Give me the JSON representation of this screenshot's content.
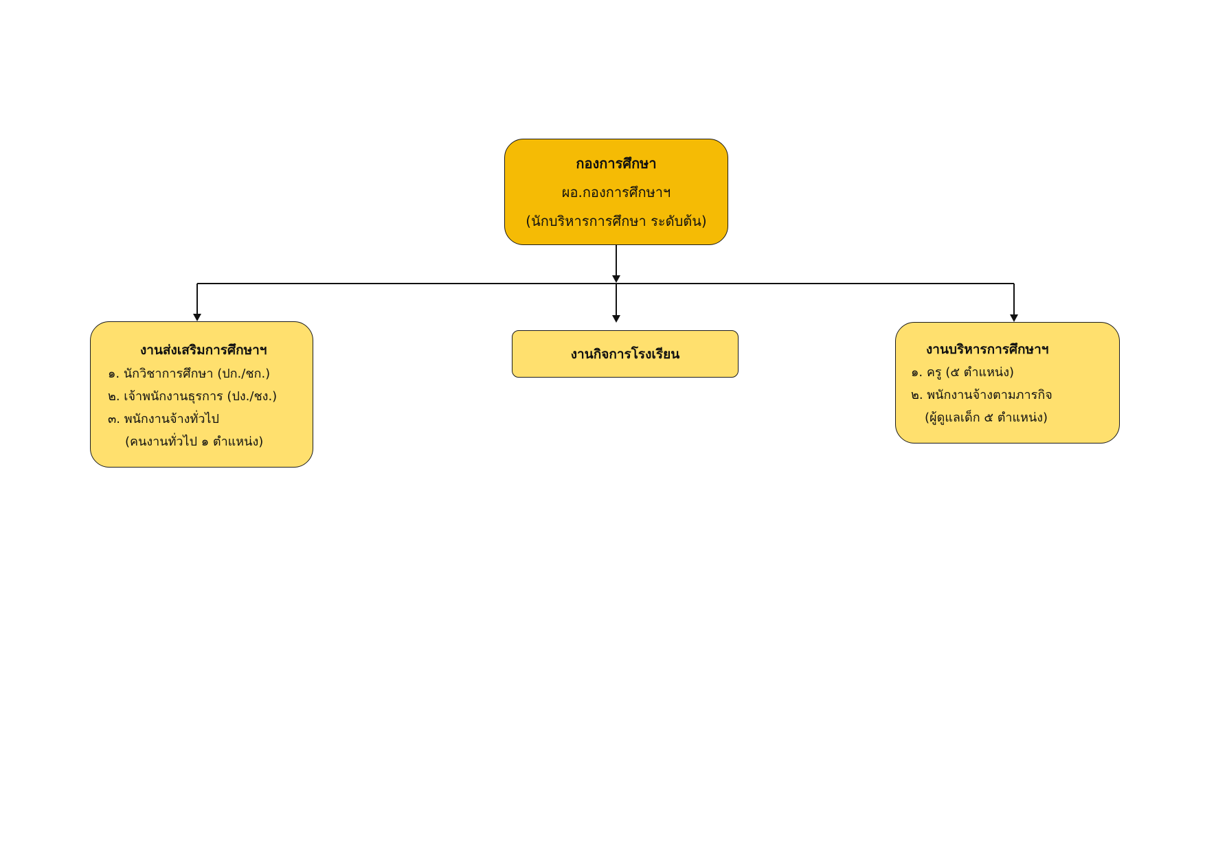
{
  "top": {
    "title": "กองการศึกษา",
    "line1": "ผอ.กองการศึกษาฯ",
    "line2": "(นักบริหารการศึกษา ระดับต้น)"
  },
  "units": {
    "left": {
      "title": "งานส่งเสริมการศึกษาฯ",
      "items": [
        "๑. นักวิชาการศึกษา (ปก./ชก.)",
        "๒. เจ้าพนักงานธุรการ (ปง./ชง.)",
        "๓. พนักงานจ้างทั่วไป",
        "(คนงานทั่วไป   ๑  ตำแหน่ง)"
      ]
    },
    "center": {
      "title": "งานกิจการโรงเรียน"
    },
    "right": {
      "title": "งานบริหารการศึกษาฯ",
      "items": [
        "๑. ครู (๕  ตำแหน่ง)",
        "๒. พนักงานจ้างตามภารกิจ",
        "(ผู้ดูแลเด็ก ๕ ตำแหน่ง)"
      ]
    }
  },
  "colors": {
    "top_fill": "#f5bb05",
    "unit_fill": "#ffe06e",
    "border": "#1a1a1a"
  }
}
